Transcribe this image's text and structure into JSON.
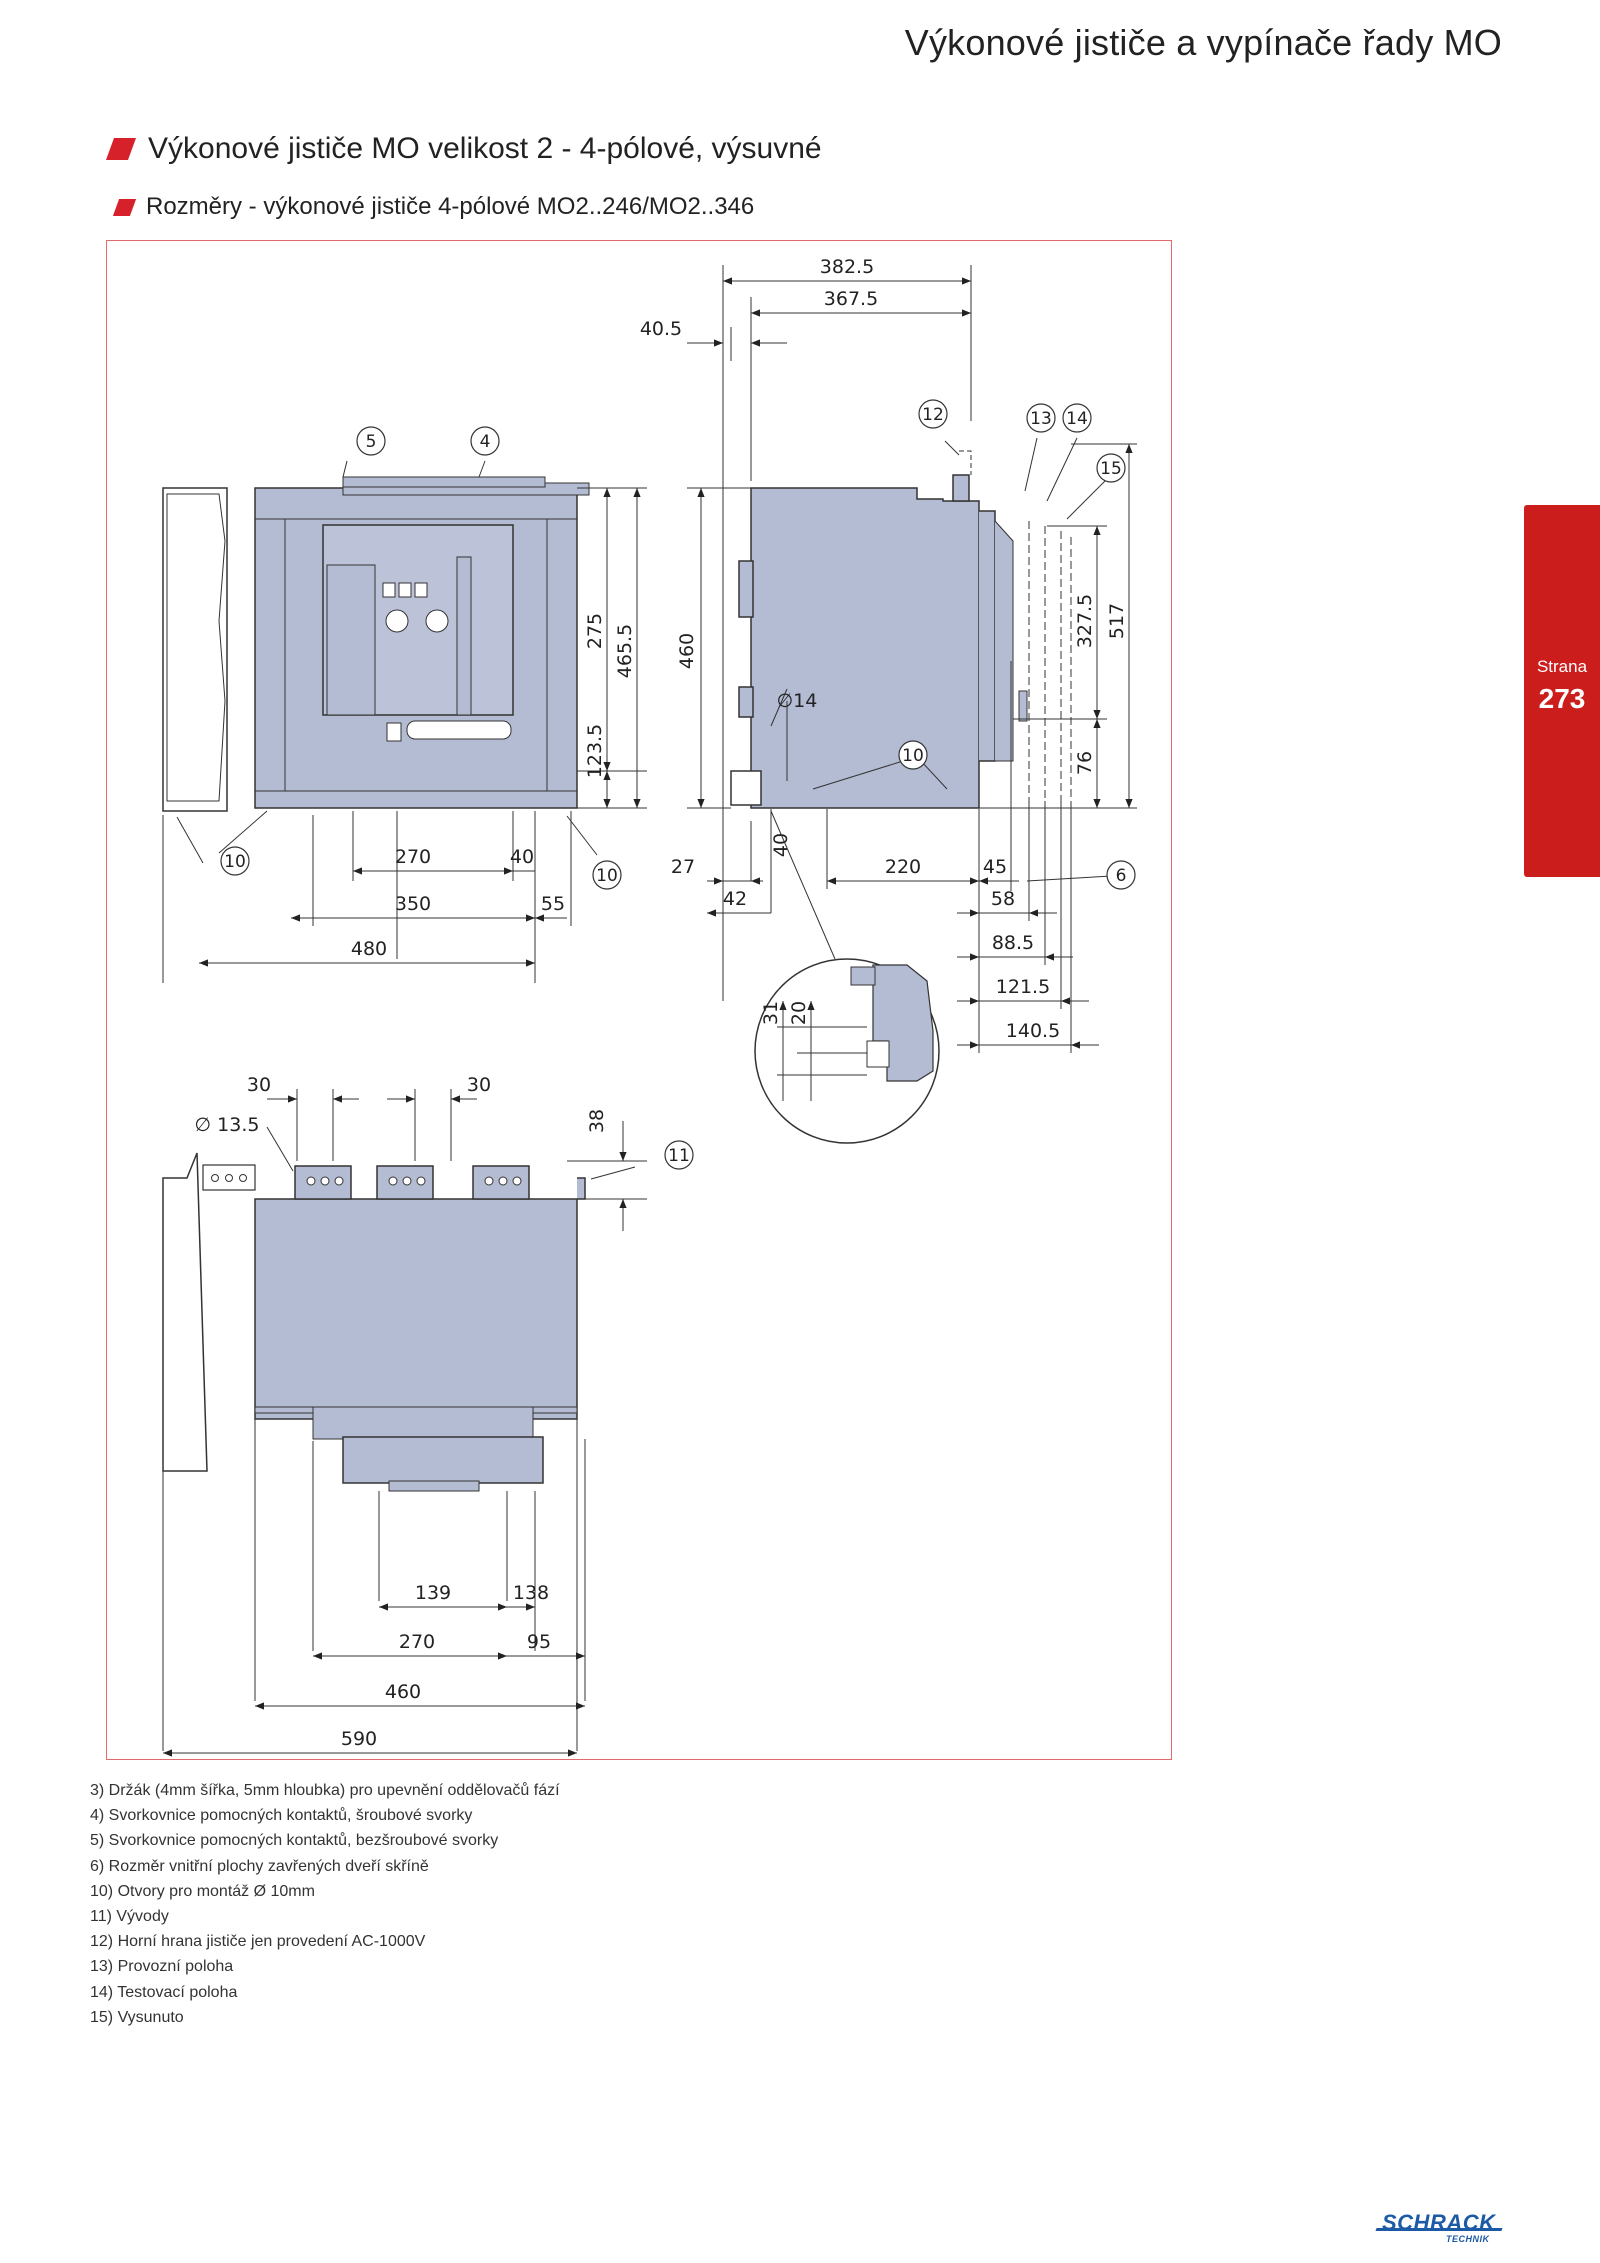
{
  "header": {
    "title": "Výkonové jističe a vypínače řady MO"
  },
  "section": {
    "title": "Výkonové jističe MO velikost 2 - 4-pólové, výsuvné",
    "subtitle": "Rozměry - výkonové jističe 4-pólové  MO2..246/MO2..346"
  },
  "side_tab": {
    "label": "Strana",
    "page_number": "273"
  },
  "drawing": {
    "front_view": {
      "dims": {
        "d270": "270",
        "d40": "40",
        "d350": "350",
        "d55": "55",
        "d480": "480",
        "d275": "275",
        "d465_5": "465.5",
        "d123_5": "123.5"
      },
      "callouts": {
        "c5": "5",
        "c4": "4",
        "c10a": "10",
        "c10b": "10"
      }
    },
    "side_view": {
      "dims": {
        "d382_5": "382.5",
        "d367_5": "367.5",
        "d40_5": "40.5",
        "d460": "460",
        "d14": "∅14",
        "d27": "27",
        "d42": "42",
        "d40": "40",
        "d220": "220",
        "d45": "45",
        "d58": "58",
        "d88_5": "88.5",
        "d121_5": "121.5",
        "d140_5": "140.5",
        "d327_5": "327.5",
        "d517": "517",
        "d76": "76",
        "d31": "31",
        "d20": "20"
      },
      "callouts": {
        "c12": "12",
        "c13": "13",
        "c14": "14",
        "c15": "15",
        "c10": "10",
        "c6": "6"
      }
    },
    "top_view": {
      "dims": {
        "d30a": "30",
        "d30b": "30",
        "d13_5": "∅ 13.5",
        "d38": "38",
        "d139": "139",
        "d138": "138",
        "d270": "270",
        "d95": "95",
        "d460": "460",
        "d590": "590"
      },
      "callouts": {
        "c11": "11"
      }
    }
  },
  "footnotes": [
    "3) Držák (4mm šířka, 5mm hloubka) pro upevnění oddělovačů fází",
    "4) Svorkovnice pomocných kontaktů, šroubové svorky",
    "5) Svorkovnice pomocných kontaktů, bezšroubové svorky",
    "6) Rozměr vnitřní plochy zavřených dveří skříně",
    "10) Otvory pro montáž Ø 10mm",
    "11) Vývody",
    "12) Horní hrana jističe jen provedení AC-1000V",
    "13) Provozní poloha",
    "14) Testovací poloha",
    "15) Vysunuto"
  ],
  "brand": {
    "name": "SCHRACK",
    "sub": "TECHNIK"
  },
  "colors": {
    "accent": "#cc1d1d",
    "drawing_fill": "#b4bcd3",
    "brand_blue": "#1d5aa6"
  }
}
